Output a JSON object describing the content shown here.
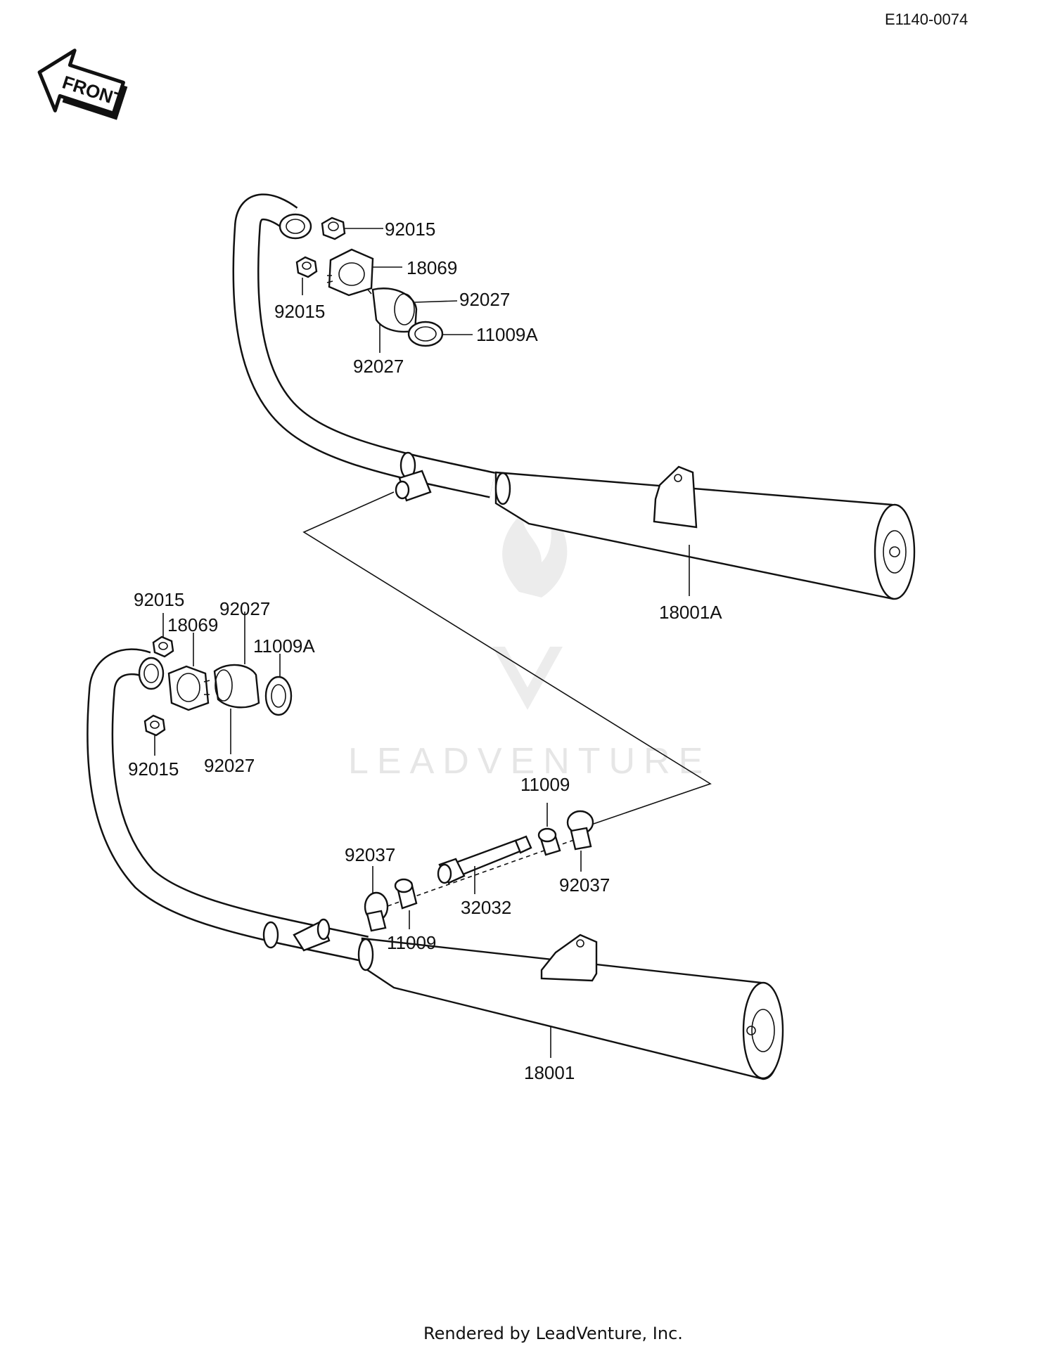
{
  "ref_code": "E1140-0074",
  "front_label": "FRONT",
  "watermark": "LEADVENTURE",
  "footer": "Rendered by LeadVenture, Inc.",
  "colors": {
    "line": "#111111",
    "watermark": "#e6e6e6",
    "background": "#ffffff"
  },
  "upper_assembly": {
    "labels": {
      "nut_top": "92015",
      "holder": "18069",
      "nut_left": "92015",
      "collar_right": "92027",
      "gasket": "11009A",
      "collar_left": "92027",
      "muffler": "18001A"
    }
  },
  "lower_assembly": {
    "labels": {
      "nut_top": "92015",
      "collar_top": "92027",
      "holder": "18069",
      "gasket": "11009A",
      "nut_bottom": "92015",
      "collar_bottom": "92027",
      "muffler": "18001"
    }
  },
  "connector": {
    "labels": {
      "clamp_left": "92037",
      "gasket_left": "11009",
      "pipe": "32032",
      "gasket_right": "11009",
      "clamp_right": "92037"
    }
  }
}
